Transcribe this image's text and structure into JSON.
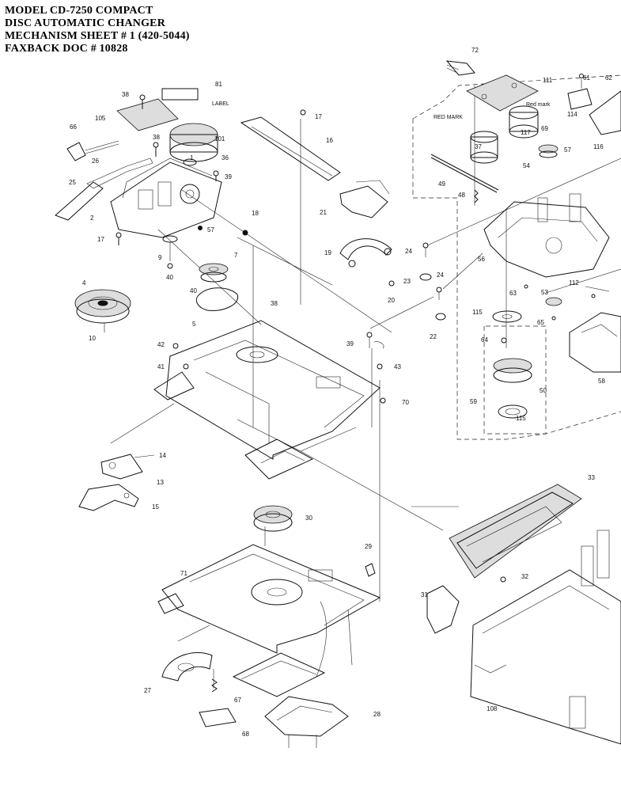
{
  "header": {
    "line1": "MODEL CD-7250 COMPACT",
    "line2": "DISC AUTOMATIC CHANGER",
    "line3": "MECHANISM SHEET # 1  (420-5044)",
    "line4": "FAXBACK DOC # 10828"
  },
  "annotations": {
    "label_tag": "LABEL",
    "red_mark_left": "RED MARK",
    "red_mark_right": "Red mark"
  },
  "callouts": {
    "c1": "1",
    "c2": "2",
    "c4": "4",
    "c5": "5",
    "c7": "7",
    "c9": "9",
    "c10": "10",
    "c13": "13",
    "c14": "14",
    "c15": "15",
    "c16": "16",
    "c17a": "17",
    "c17b": "17",
    "c18": "18",
    "c19": "19",
    "c20": "20",
    "c21": "21",
    "c22": "22",
    "c23": "23",
    "c24a": "24",
    "c24b": "24",
    "c25": "25",
    "c26": "26",
    "c27": "27",
    "c28": "28",
    "c29": "29",
    "c30": "30",
    "c31": "31",
    "c32": "32",
    "c33": "33",
    "c36": "36",
    "c37": "37",
    "c38a": "38",
    "c38b": "38",
    "c38c": "38",
    "c39a": "39",
    "c39b": "39",
    "c40a": "40",
    "c40b": "40",
    "c41": "41",
    "c42": "42",
    "c43": "43",
    "c48": "48",
    "c49": "49",
    "c50": "50",
    "c53": "53",
    "c54": "54",
    "c56": "56",
    "c57a": "57",
    "c57b": "57",
    "c58": "58",
    "c59": "59",
    "c61": "61",
    "c62": "62",
    "c63": "63",
    "c64": "64",
    "c65": "65",
    "c66": "66",
    "c67": "67",
    "c68": "68",
    "c69": "69",
    "c70": "70",
    "c71": "71",
    "c72": "72",
    "c81": "81",
    "c101": "101",
    "c105": "105",
    "c108": "108",
    "c111": "111",
    "c112": "112",
    "c114": "114",
    "c115a": "115",
    "c115b": "115",
    "c116": "116",
    "c117": "117"
  }
}
